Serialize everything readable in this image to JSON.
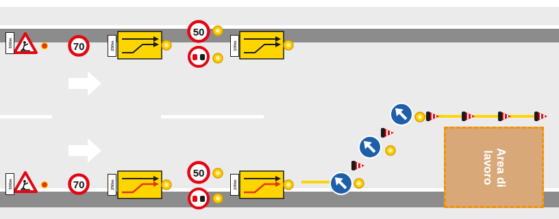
{
  "diagram": {
    "nodes": [
      {
        "text": [
          "500m"
        ]
      },
      {
        "text": [
          "70"
        ]
      },
      {
        "text": [
          "250m"
        ]
      },
      {
        "text": [
          "50"
        ]
      },
      {
        "text": [
          "100m"
        ]
      },
      {
        "text": [
          "500m"
        ]
      },
      {
        "text": [
          "70"
        ]
      },
      {
        "text": [
          "250m"
        ]
      },
      {
        "text": [
          "50"
        ]
      },
      {
        "text": [
          "100m"
        ]
      },
      {
        "text": [
          "Area di lavoro"
        ]
      }
    ]
  }
}
